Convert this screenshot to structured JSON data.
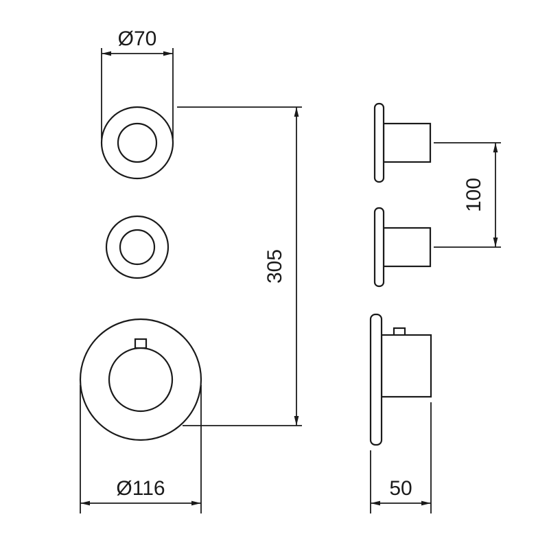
{
  "drawing": {
    "dimensions": {
      "top_handle_diameter": "Ø70",
      "overall_height": "305",
      "thermostat_diameter": "Ø116",
      "handle_spacing": "100",
      "depth": "50"
    },
    "colors": {
      "line": "#1a1a1a",
      "background": "#ffffff"
    }
  }
}
